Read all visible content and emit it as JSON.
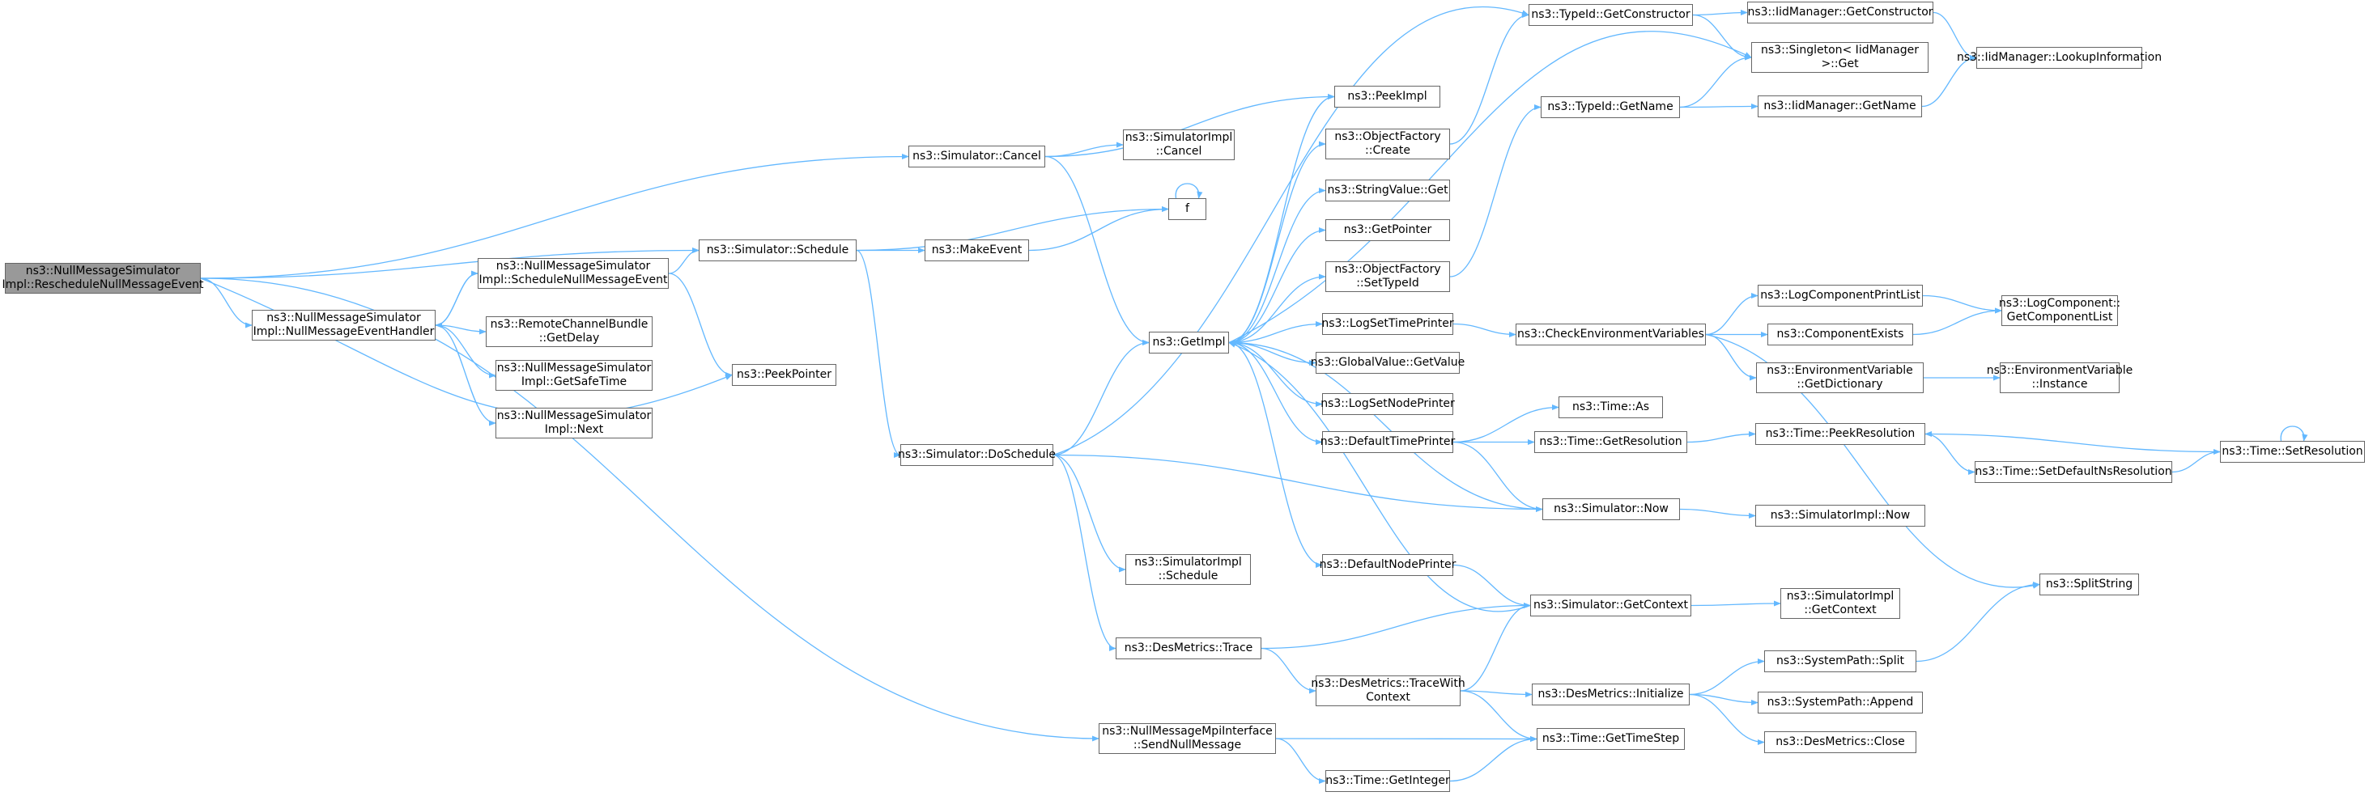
{
  "colors": {
    "edge": "#63b8ff",
    "node_border": "#666666",
    "node_fill": "#ffffff",
    "root_fill": "#999999"
  },
  "nodes": {
    "root": [
      "ns3::NullMessageSimulator",
      "Impl::RescheduleNullMessageEvent"
    ],
    "sim_cancel": [
      "ns3::Simulator::Cancel"
    ],
    "sim_schedule": [
      "ns3::Simulator::Schedule"
    ],
    "nm_handler": [
      "ns3::NullMessageSimulator",
      "Impl::NullMessageEventHandler"
    ],
    "nm_schedule": [
      "ns3::NullMessageSimulator",
      "Impl::ScheduleNullMessageEvent"
    ],
    "remote_delay": [
      "ns3::RemoteChannelBundle",
      "::GetDelay"
    ],
    "nm_safetime": [
      "ns3::NullMessageSimulator",
      "Impl::GetSafeTime"
    ],
    "nm_next": [
      "ns3::NullMessageSimulator",
      "Impl::Next"
    ],
    "peekpointer": [
      "ns3::PeekPointer"
    ],
    "makeevent": [
      "ns3::MakeEvent"
    ],
    "simimpl_cancel": [
      "ns3::SimulatorImpl",
      "::Cancel"
    ],
    "f": [
      "f"
    ],
    "getimpl": [
      "ns3::GetImpl"
    ],
    "doschedule": [
      "ns3::Simulator::DoSchedule"
    ],
    "simimpl_schedule": [
      "ns3::SimulatorImpl",
      "::Schedule"
    ],
    "desm_trace": [
      "ns3::DesMetrics::Trace"
    ],
    "mpi_send": [
      "ns3::NullMessageMpiInterface",
      "::SendNullMessage"
    ],
    "peekimpl": [
      "ns3::PeekImpl"
    ],
    "objf_create": [
      "ns3::ObjectFactory",
      "::Create"
    ],
    "strval_get": [
      "ns3::StringValue::Get"
    ],
    "getpointer": [
      "ns3::GetPointer"
    ],
    "objf_settypeid": [
      "ns3::ObjectFactory",
      "::SetTypeId"
    ],
    "logsettimeprinter": [
      "ns3::LogSetTimePrinter"
    ],
    "globalvalue": [
      "ns3::GlobalValue::GetValue"
    ],
    "logsetnodeprinter": [
      "ns3::LogSetNodePrinter"
    ],
    "defaulttimeprinter": [
      "ns3::DefaultTimePrinter"
    ],
    "defaultnodeprinter": [
      "ns3::DefaultNodePrinter"
    ],
    "desm_tracewith": [
      "ns3::DesMetrics::TraceWith",
      "Context"
    ],
    "time_getinteger": [
      "ns3::Time::GetInteger"
    ],
    "typeid_getconstructor": [
      "ns3::TypeId::GetConstructor"
    ],
    "typeid_getname": [
      "ns3::TypeId::GetName"
    ],
    "checkenv": [
      "ns3::CheckEnvironmentVariables"
    ],
    "time_as": [
      "ns3::Time::As"
    ],
    "time_getresolution": [
      "ns3::Time::GetResolution"
    ],
    "sim_now": [
      "ns3::Simulator::Now"
    ],
    "sim_getcontext": [
      "ns3::Simulator::GetContext"
    ],
    "desm_initialize": [
      "ns3::DesMetrics::Initialize"
    ],
    "time_gettimestep": [
      "ns3::Time::GetTimeStep"
    ],
    "iid_getconstructor": [
      "ns3::IidManager::GetConstructor"
    ],
    "singleton_get": [
      "ns3::Singleton< IidManager",
      ">::Get"
    ],
    "iid_getname": [
      "ns3::IidManager::GetName"
    ],
    "iid_lookup": [
      "ns3::IidManager::LookupInformation"
    ],
    "logcompprintlist": [
      "ns3::LogComponentPrintList"
    ],
    "compexists": [
      "ns3::ComponentExists"
    ],
    "envvar_getdict": [
      "ns3::EnvironmentVariable",
      "::GetDictionary"
    ],
    "logcomp_getlist": [
      "ns3::LogComponent::",
      "GetComponentList"
    ],
    "envvar_instance": [
      "ns3::EnvironmentVariable",
      "::Instance"
    ],
    "time_peekres": [
      "ns3::Time::PeekResolution"
    ],
    "time_setdefaultns": [
      "ns3::Time::SetDefaultNsResolution"
    ],
    "time_setres": [
      "ns3::Time::SetResolution"
    ],
    "simimpl_now": [
      "ns3::SimulatorImpl::Now"
    ],
    "splitstring": [
      "ns3::SplitString"
    ],
    "simimpl_getcontext": [
      "ns3::SimulatorImpl",
      "::GetContext"
    ],
    "syspath_split": [
      "ns3::SystemPath::Split"
    ],
    "syspath_append": [
      "ns3::SystemPath::Append"
    ],
    "desm_close": [
      "ns3::DesMetrics::Close"
    ]
  }
}
